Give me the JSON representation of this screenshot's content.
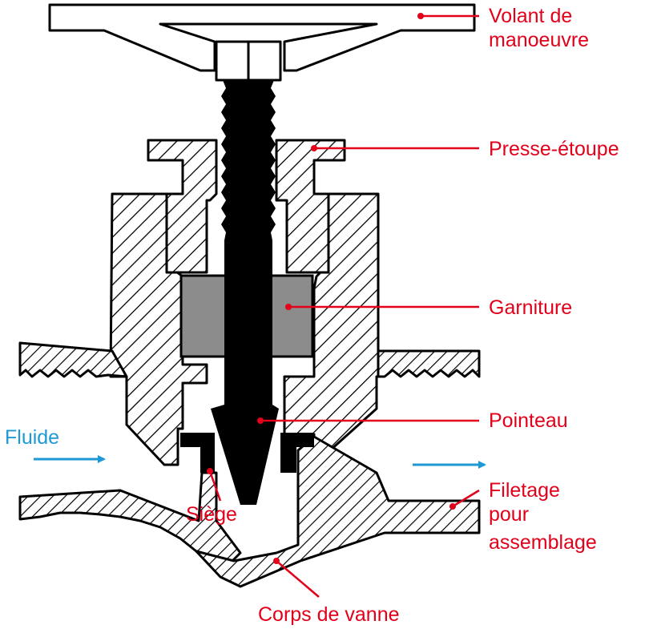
{
  "labels": {
    "handwheel": [
      "Volant de",
      "manoeuvre"
    ],
    "gland": "Presse-étoupe",
    "packing": "Garniture",
    "needle": "Pointeau",
    "thread": [
      "Filetage",
      "pour",
      "assemblage"
    ],
    "seat": "Siège",
    "body": "Corps de vanne",
    "fluid": "Fluide"
  },
  "colors": {
    "label": "#e2001a",
    "fluid": "#1d9ad6",
    "packing_fill": "#8c8c8c",
    "outline": "#000000",
    "background": "#ffffff"
  }
}
